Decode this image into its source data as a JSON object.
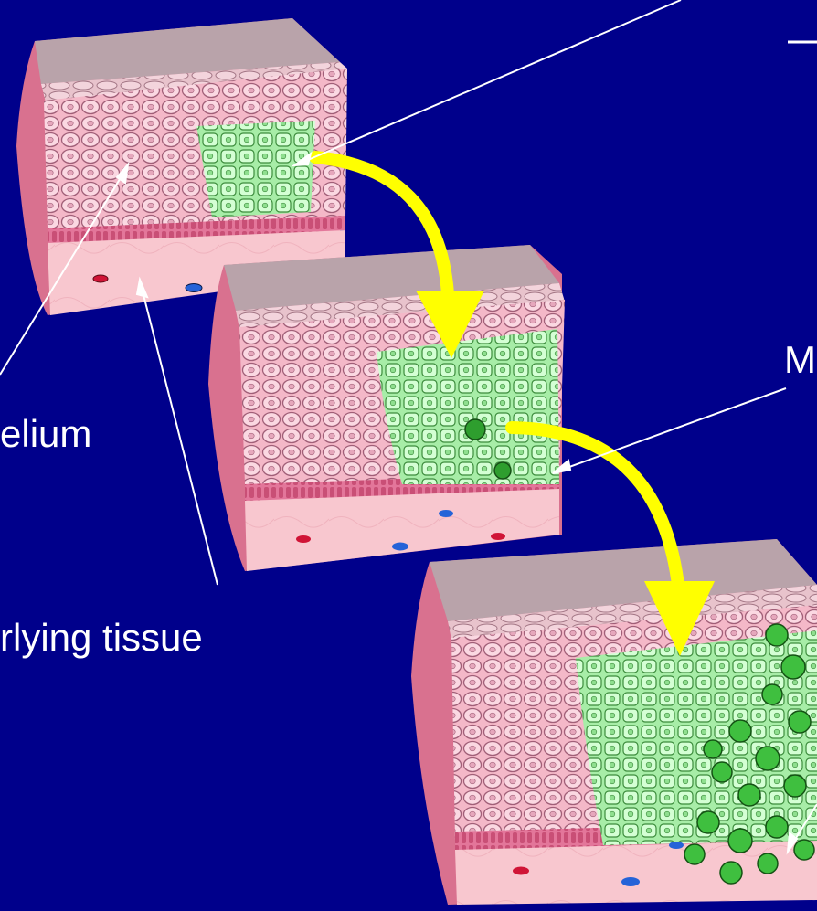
{
  "labels": {
    "epithelium": "elium",
    "underlying_tissue": "rlying tissue",
    "right_top": "–",
    "right_mid": "M"
  },
  "colors": {
    "background": "#00008b",
    "tissue_top": "#b8a0a8",
    "tissue_side": "#d9708c",
    "normal_cell": "#f7c5d2",
    "basal_membrane": "#d9537a",
    "underlying": "#f8c8cf",
    "abnormal_cell": "#b8f5b8",
    "invasive_cell": "#3fbf3f",
    "arrow": "#ffff00",
    "pointer_line": "#ffffff"
  }
}
